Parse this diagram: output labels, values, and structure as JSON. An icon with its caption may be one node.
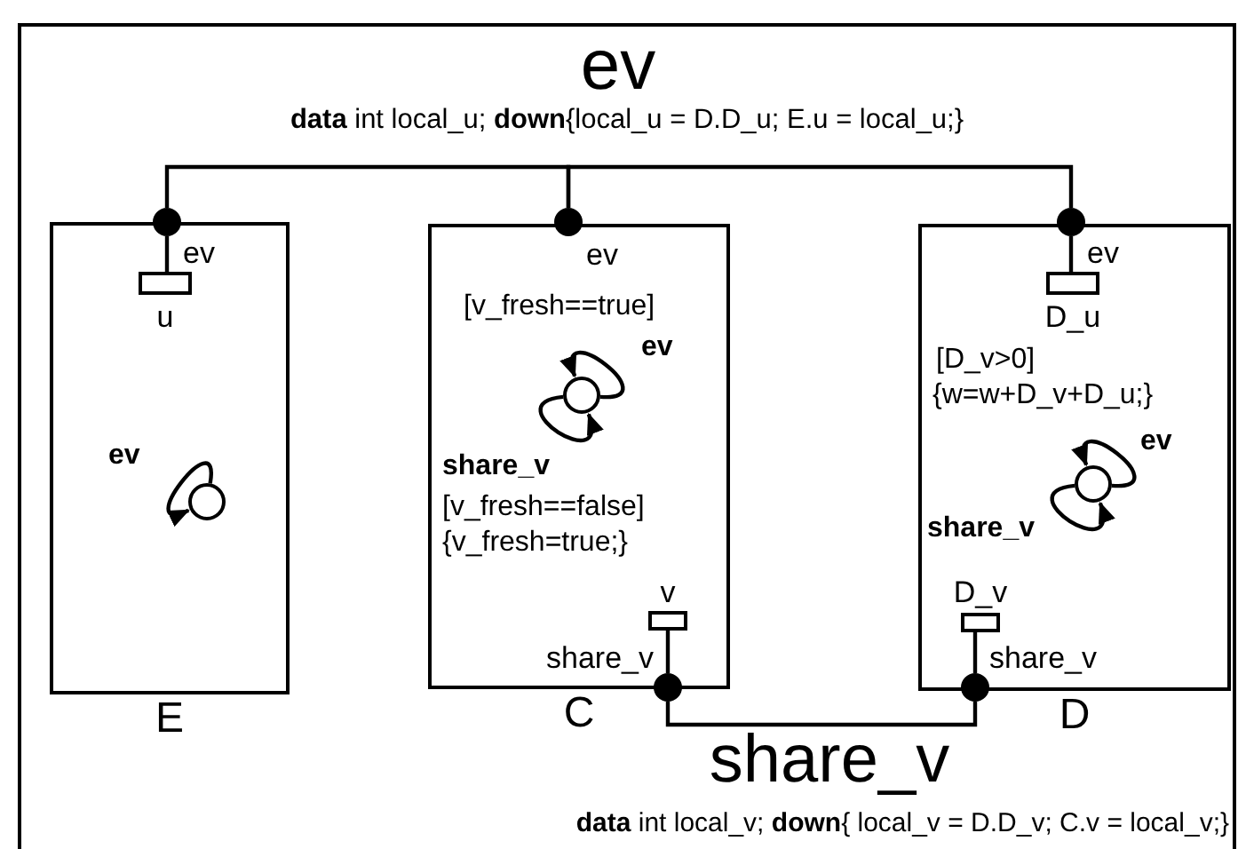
{
  "diagram": {
    "nodes": [
      {
        "text": [
          "ev",
          "**data** int local_u; **down**{local_u = D.D_u; E.u = local_u;}",
          "share_v",
          "**data** int local_v; **down**{ local_v = D.D_v; C.v = local_v;}"
        ]
      },
      {
        "text": [
          "E"
        ],
        "in": 0
      },
      {
        "text": [
          "C"
        ],
        "in": 0
      },
      {
        "text": [
          "D"
        ],
        "in": 0
      },
      {
        "text": [],
        "shape": "circle",
        "in": 0,
        "beside": [
          "ev"
        ]
      },
      {
        "text": [],
        "shape": "circle",
        "in": 0,
        "beside": [
          "ev"
        ]
      },
      {
        "text": [],
        "shape": "circle",
        "in": 0,
        "beside": [
          "ev"
        ]
      },
      {
        "text": [],
        "shape": "box",
        "in": 1,
        "beside": [
          "u"
        ]
      },
      {
        "text": [],
        "shape": "box",
        "in": 3,
        "beside": [
          "D_u"
        ]
      },
      {
        "text": [],
        "shape": "circle",
        "in": 1
      },
      {
        "text": [],
        "shape": "circle",
        "in": 2
      },
      {
        "text": [],
        "shape": "circle",
        "in": 3
      },
      {
        "text": [],
        "shape": "box",
        "in": 2,
        "beside": [
          "v"
        ]
      },
      {
        "text": [],
        "shape": "box",
        "in": 3,
        "beside": [
          "D_v"
        ]
      },
      {
        "text": [],
        "shape": "circle",
        "in": 0,
        "beside": [
          "share_v"
        ]
      },
      {
        "text": [],
        "shape": "circle",
        "in": 0,
        "beside": [
          "share_v"
        ]
      }
    ],
    "edges": [
      {
        "from": 4,
        "to": 5,
        "arrow": "none"
      },
      {
        "from": 5,
        "to": 6,
        "arrow": "none"
      },
      {
        "from": 4,
        "to": 7,
        "arrow": "none"
      },
      {
        "from": 6,
        "to": 8,
        "arrow": "none"
      },
      {
        "from": 9,
        "to": 9,
        "arrow": "to",
        "label": "ev"
      },
      {
        "from": 10,
        "to": 10,
        "arrow": "to",
        "label": "ev"
      },
      {
        "from": 10,
        "to": 10,
        "arrow": "to",
        "label": "share_v"
      },
      {
        "from": 11,
        "to": 11,
        "arrow": "to",
        "label": "ev"
      },
      {
        "from": 11,
        "to": 11,
        "arrow": "to",
        "label": "share_v"
      },
      {
        "from": 14,
        "to": 12,
        "arrow": "none"
      },
      {
        "from": 15,
        "to": 13,
        "arrow": "none"
      },
      {
        "from": 14,
        "to": 15,
        "arrow": "none"
      }
    ],
    "labels": [
      "[v_fresh==true]",
      "[v_fresh==false]",
      "{v_fresh=true;}",
      "[D_v>0]",
      "{w=w+D_v+D_u;}"
    ]
  }
}
